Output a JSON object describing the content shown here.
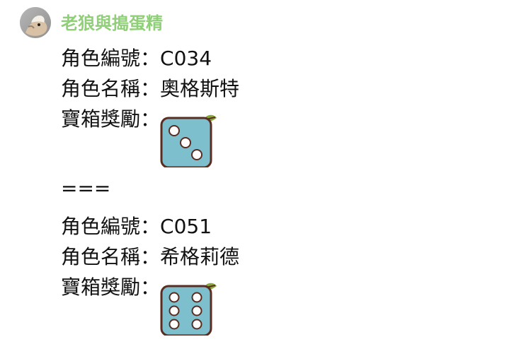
{
  "chat": {
    "sender_name": "老狼與搗蛋精",
    "avatar_icon": "wolf-photo-avatar"
  },
  "message": {
    "entries": [
      {
        "id_label": "角色編號：",
        "id_value": "C034",
        "name_label": "角色名稱：",
        "name_value": "奧格斯特",
        "reward_label": "寶箱獎勵：",
        "reward_icon": "dice-three-icon"
      },
      {
        "id_label": "角色編號：",
        "id_value": "C051",
        "name_label": "角色名稱：",
        "name_value": "希格莉德",
        "reward_label": "寶箱獎勵：",
        "reward_icon": "dice-six-icon"
      }
    ],
    "separator": "==="
  },
  "colors": {
    "sender_name": "#8fcf77",
    "dice_face": "#7dbfcc",
    "dice_border": "#5a2c22",
    "leaf": "#88a73b"
  }
}
